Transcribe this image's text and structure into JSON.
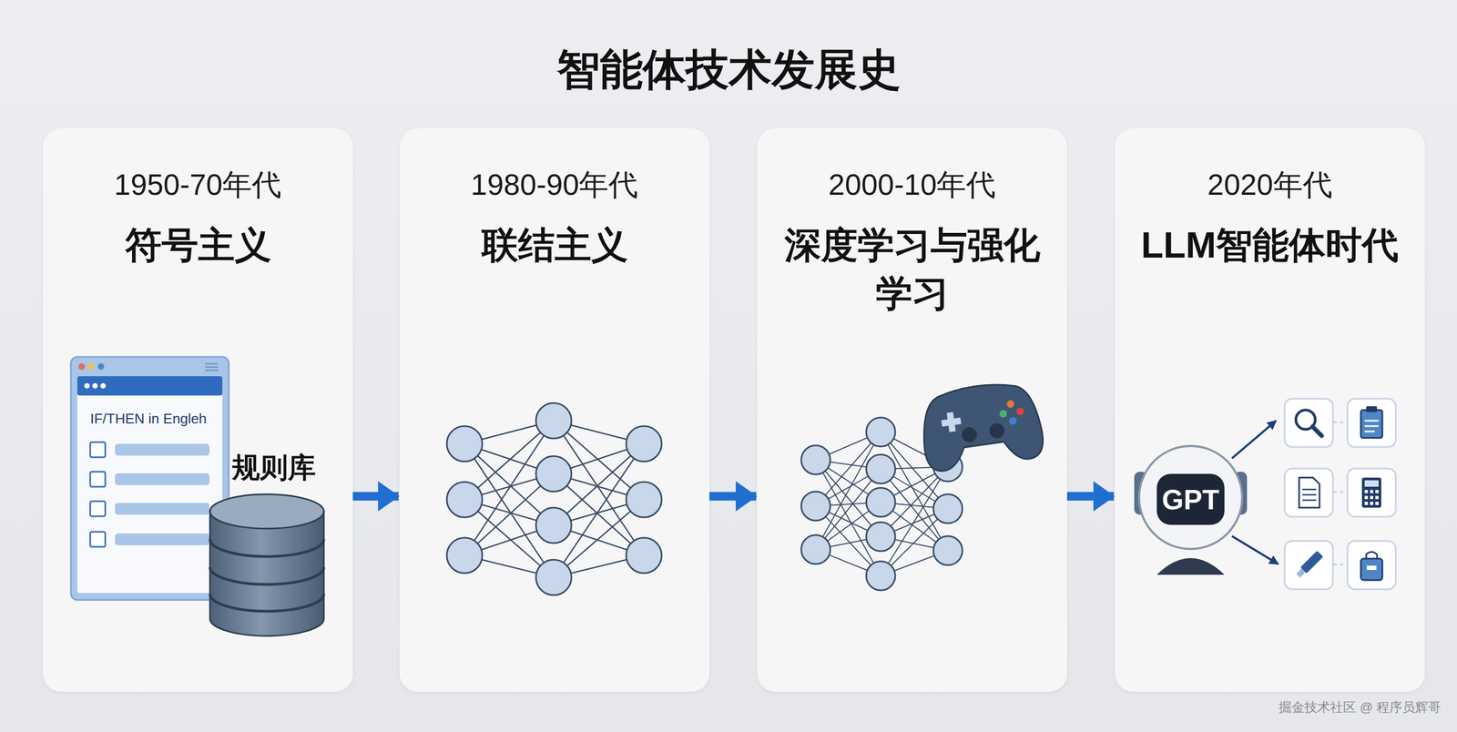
{
  "diagram": {
    "title": "智能体技术发展史",
    "nodes": [
      {
        "text": [
          "1950-70年代",
          "符号主义"
        ]
      },
      {
        "text": [
          "IF/THEN in Engleh"
        ],
        "in": 0
      },
      {
        "text": [
          "1980-90年代",
          "联结主义"
        ]
      },
      {
        "text": [
          "2000-10年代",
          "深度学习与强化 学习"
        ]
      },
      {
        "text": [
          "2020年代",
          "LLM智能体时代"
        ]
      },
      {
        "text": [
          "GPT"
        ],
        "in": 4
      }
    ],
    "edges": [
      {
        "from": 0,
        "to": 2,
        "arrow": "to"
      },
      {
        "from": 2,
        "to": 3,
        "arrow": "to"
      },
      {
        "from": 3,
        "to": 4,
        "arrow": "to"
      }
    ],
    "labels": [
      "规则库",
      "掘金技术社区 @ 程序员辉哥"
    ]
  }
}
